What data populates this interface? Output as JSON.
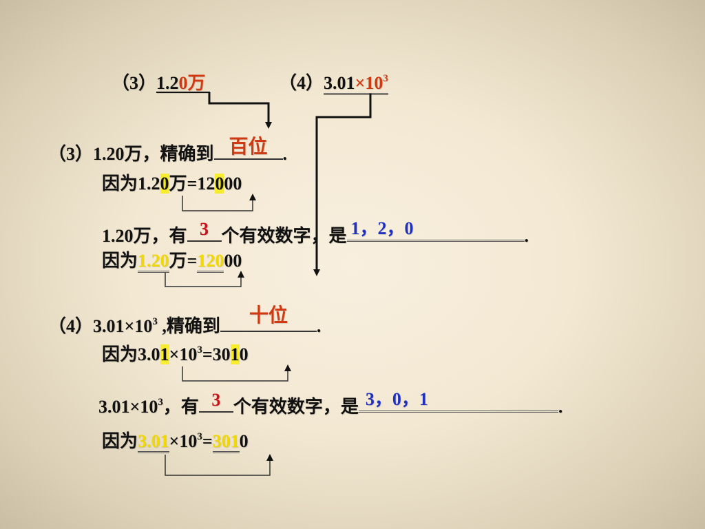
{
  "header": {
    "part3": {
      "label": "（3）",
      "number": "1.2",
      "zero": "0",
      "unit": "万"
    },
    "part4": {
      "label": "（4）",
      "number": "3.01",
      "times": "×",
      "base": "10",
      "exp": "3"
    }
  },
  "q3": {
    "prefix": "（3）1.20万，精确到",
    "answer": "百位",
    "suffix": ".",
    "reason1": {
      "a": "因为1.2",
      "d1": "0",
      "b": "万=12",
      "d2": "0",
      "c": "00"
    },
    "sig_line": {
      "a": "1.20万，有",
      "count": "3",
      "b": "个有效数字，是",
      "digits": "1，2，0",
      "c": "."
    },
    "reason2": {
      "a": "因为",
      "num1": "1.20",
      "b": "万=",
      "num2": "120",
      "c": "00"
    }
  },
  "q4": {
    "prefix": "（4）3.01×10",
    "exp": "3",
    "mid": " ,精确到",
    "answer": "十位",
    "suffix": ".",
    "reason1": {
      "a": "因为3.0",
      "d1": "1",
      "b": "×10",
      "exp": "3",
      "c": "=30",
      "d2": "1",
      "e": "0"
    },
    "sig_line": {
      "a": "3.01×10",
      "exp": "3",
      "b": "，有",
      "count": "3",
      "c": "个有效数字，是",
      "digits": "3，0，1",
      "d": "."
    },
    "reason2": {
      "a": "因为",
      "num1": "3.01",
      "b": "×10",
      "exp": "3",
      "c": "=",
      "num2": "301",
      "d": "0"
    }
  },
  "colors": {
    "answer": "#d03a12",
    "count": "#c8141a",
    "digits": "#2030c0",
    "highlight": "#f7ec2e"
  }
}
